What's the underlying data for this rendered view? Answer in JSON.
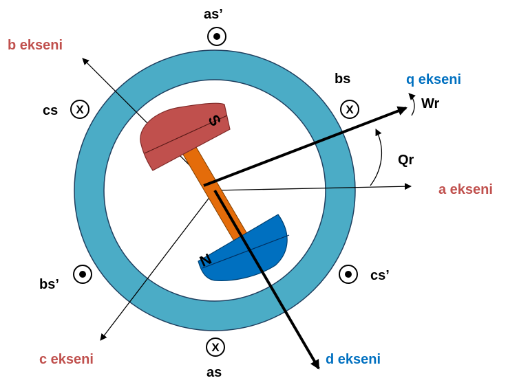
{
  "colors": {
    "stator_ring": "#4bacc6",
    "stator_outline": "#1f3f5f",
    "rotor_shaft": "#e46c0a",
    "south_pole": "#c0504d",
    "north_pole": "#0070c0",
    "red_label": "#c0504d",
    "blue_label": "#0070c0"
  },
  "axes": {
    "a": "a ekseni",
    "b": "b ekseni",
    "c": "c ekseni",
    "d": "d ekseni",
    "q": "q ekseni"
  },
  "angles": {
    "theta": "Qr",
    "omega": "Wr"
  },
  "rotor": {
    "south": "S",
    "north": "N"
  },
  "windings": {
    "as_prime": {
      "label": "as’",
      "symbol": "dot"
    },
    "bs": {
      "label": "bs",
      "symbol": "cross"
    },
    "cs_prime": {
      "label": "cs’",
      "symbol": "dot"
    },
    "as": {
      "label": "as",
      "symbol": "cross"
    },
    "bs_prime": {
      "label": "bs’",
      "symbol": "dot"
    },
    "cs": {
      "label": "cs",
      "symbol": "cross"
    },
    "cross_glyph": "X"
  }
}
